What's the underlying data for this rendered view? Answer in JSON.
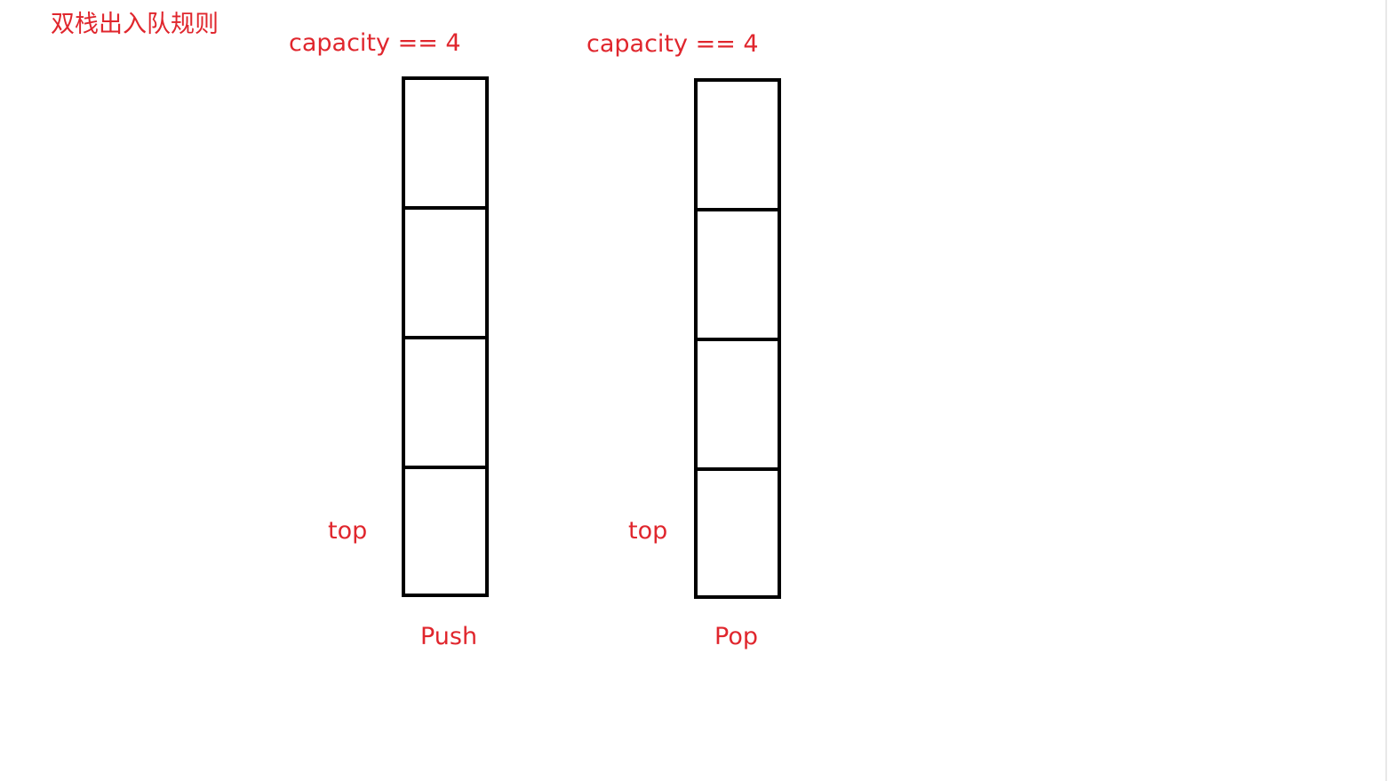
{
  "title": "双栈出入队规则",
  "colors": {
    "text": "#e0262d",
    "outline": "#000000",
    "background": "#ffffff"
  },
  "stacks": [
    {
      "name": "Push",
      "capacity_label": "capacity  == 4",
      "pointer_label": "top",
      "slots": 4
    },
    {
      "name": "Pop",
      "capacity_label": "capacity  == 4",
      "pointer_label": "top",
      "slots": 4
    }
  ]
}
